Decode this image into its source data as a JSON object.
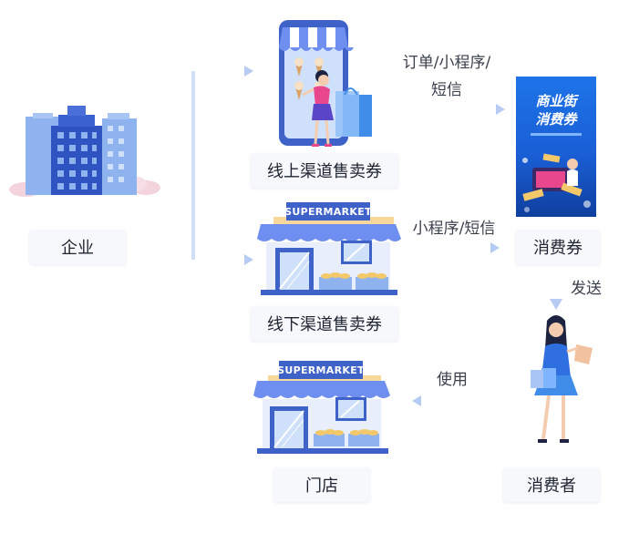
{
  "nodes": {
    "enterprise": "企业",
    "online": "线上渠道售卖券",
    "offline": "线下渠道售卖券",
    "coupon": "消费券",
    "consumer": "消费者",
    "store": "门店"
  },
  "edges": {
    "online_to_coupon_line1": "订单/小程序/",
    "online_to_coupon_line2": "短信",
    "offline_to_coupon": "小程序/短信",
    "coupon_to_consumer": "发送",
    "consumer_to_store": "使用"
  },
  "signs": {
    "supermarket_top": "SUPERMARKET",
    "supermarket_bottom": "SUPERMARKET"
  },
  "poster": {
    "title_line1": "商业街",
    "title_line2": "消费券"
  },
  "colors": {
    "primary": "#3f62c9",
    "accent": "#1e73e8",
    "arrow": "#c9d8f6",
    "awning": "#6f8ff0",
    "label_bg": "#f6f8fc"
  }
}
